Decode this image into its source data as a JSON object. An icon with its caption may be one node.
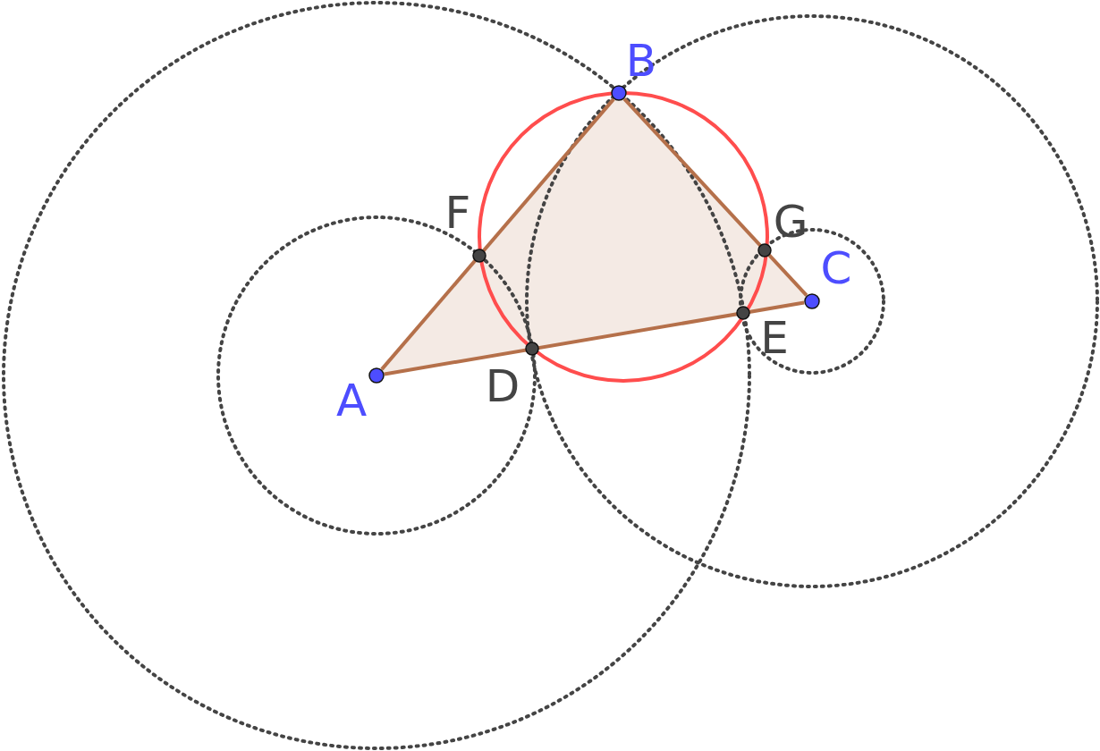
{
  "diagram": {
    "nodes": [
      {
        "text": [
          "A"
        ]
      },
      {
        "text": [
          "B"
        ]
      },
      {
        "text": [
          "C"
        ]
      },
      {
        "text": [
          "D"
        ]
      },
      {
        "text": [
          "E"
        ]
      },
      {
        "text": [
          "F"
        ]
      },
      {
        "text": [
          "G"
        ]
      }
    ],
    "edges": [
      {
        "from": 0,
        "to": 1,
        "arrow": "none"
      },
      {
        "from": 1,
        "to": 2,
        "arrow": "none"
      },
      {
        "from": 2,
        "to": 0,
        "arrow": "none"
      }
    ]
  }
}
